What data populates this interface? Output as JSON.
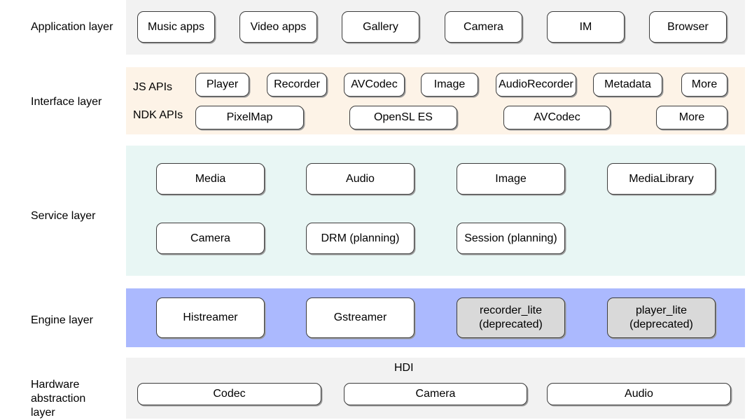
{
  "layers": {
    "application": {
      "label": "Application layer",
      "color": "#f2f2f2",
      "items": [
        "Music apps",
        "Video apps",
        "Gallery",
        "Camera",
        "IM",
        "Browser"
      ]
    },
    "interface": {
      "label": "Interface layer",
      "color": "#fdf3e7",
      "js_label": "JS APIs",
      "js_items": [
        "Player",
        "Recorder",
        "AVCodec",
        "Image",
        "AudioRecorder",
        "Metadata",
        "More"
      ],
      "ndk_label": "NDK APIs",
      "ndk_items": [
        "PixelMap",
        "OpenSL ES",
        "AVCodec",
        "More"
      ]
    },
    "service": {
      "label": "Service layer",
      "color": "#e8f6f4",
      "items": [
        "Media",
        "Audio",
        "Image",
        "MediaLibrary",
        "Camera",
        "DRM (planning)",
        "Session (planning)"
      ]
    },
    "engine": {
      "label": "Engine layer",
      "color": "#abb9fe",
      "items": [
        "Histreamer",
        "Gstreamer"
      ],
      "deprecated_items": [
        {
          "line1": "recorder_lite",
          "line2": "(deprecated)"
        },
        {
          "line1": "player_lite",
          "line2": "(deprecated)"
        }
      ],
      "deprecated_color": "#d9d9d9"
    },
    "hardware": {
      "label_lines": [
        "Hardware",
        "abstraction",
        "layer"
      ],
      "color": "#f2f2f2",
      "hdi_label": "HDI",
      "items": [
        "Codec",
        "Camera",
        "Audio"
      ]
    }
  }
}
